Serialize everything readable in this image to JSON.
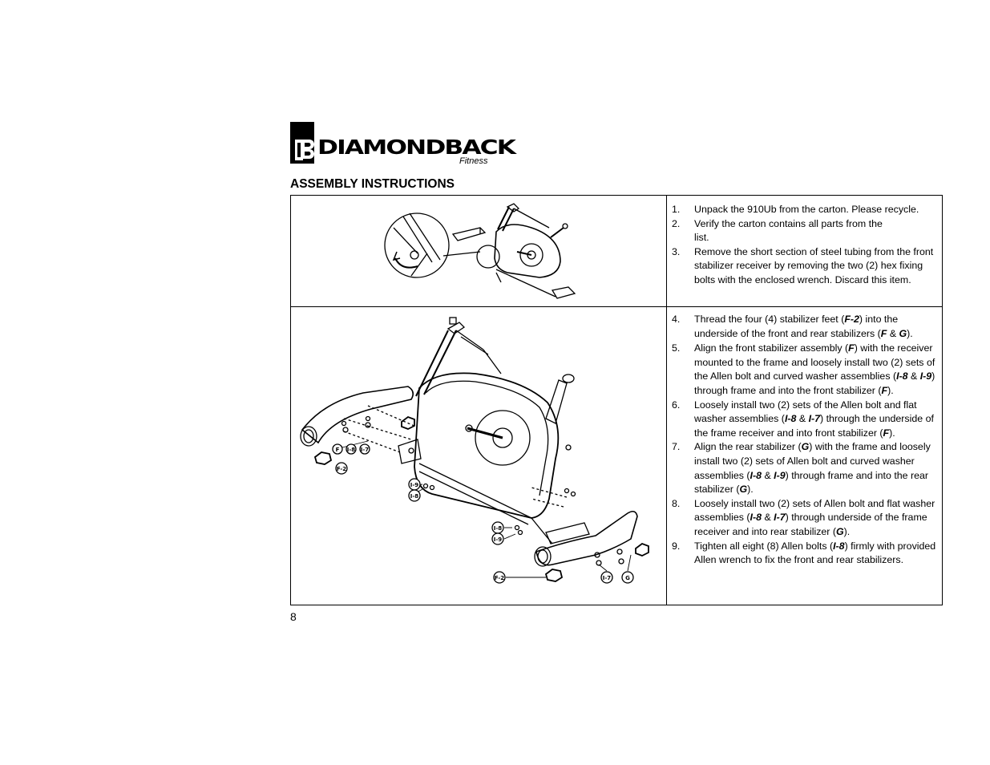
{
  "brand": {
    "name": "DIAMONDBACK",
    "subtitle": "Fitness"
  },
  "heading": "ASSEMBLY INSTRUCTIONS",
  "page_number": "8",
  "section1": {
    "steps": [
      {
        "num": "1.",
        "pre": "Unpack the 910Ub from the carton. Please recycle."
      },
      {
        "num": "2.",
        "pre": "Verify the carton contains all parts from the list."
      },
      {
        "num": "3.",
        "pre": "Remove the short section of steel tubing from the front stabilizer receiver by removing the two (2) hex fixing bolts with the enclosed wrench. Discard this item."
      }
    ]
  },
  "section2": {
    "steps": [
      {
        "num": "4.",
        "t1": "Thread the four (4) stabilizer feet (",
        "b1": "F-2",
        "t2": ") into the underside of the front and rear stabilizers (",
        "b2": "F",
        "t3": " & ",
        "b3": "G",
        "t4": ")."
      },
      {
        "num": "5.",
        "t1": "Align the front stabilizer assembly (",
        "b1": "F",
        "t2": ") with the receiver mounted to the frame and loosely install two (2) sets of the Allen bolt and curved washer assemblies (",
        "b2": "I-8",
        "t3": " & ",
        "b3": "I-9",
        "t4": ") through frame and into the front stabilizer (",
        "b4": "F",
        "t5": ")."
      },
      {
        "num": "6.",
        "t1": "Loosely install two (2) sets of the Allen bolt and flat washer assemblies (",
        "b1": "I-8",
        "t2": " & ",
        "b2": "I-7",
        "t3": ") through the underside of the frame receiver and into front stabilizer (",
        "b3": "F",
        "t4": ")."
      },
      {
        "num": "7.",
        "t1": "Align the rear stabilizer (",
        "b1": "G",
        "t2": ") with the frame and loosely install two (2) sets of Allen bolt and curved washer assemblies (",
        "b2": "I-8",
        "t3": " & ",
        "b3": "I-9",
        "t4": ") through frame and into the rear stabilizer (",
        "b4": "G",
        "t5": ")."
      },
      {
        "num": "8.",
        "t1": "Loosely install two (2) sets of Allen bolt and flat washer assemblies (",
        "b1": "I-8",
        "t2": " & ",
        "b2": "I-7",
        "t3": ") through underside of the frame receiver and into rear stabilizer (",
        "b3": "G",
        "t4": ")."
      },
      {
        "num": "9.",
        "t1": "Tighten all eight (8) Allen bolts (",
        "b1": "I-8",
        "t2": ") firmly with provided Allen wrench to fix the front and rear stabilizers."
      }
    ]
  },
  "diagram_labels": {
    "f": "F",
    "i8a": "I-8",
    "i7a": "I-7",
    "f2a": "F-2",
    "i9b": "I-9",
    "i8b": "I-8",
    "i8c": "I-8",
    "i9c": "I-9",
    "f2b": "F-2",
    "i7b": "I-7",
    "g": "G"
  }
}
